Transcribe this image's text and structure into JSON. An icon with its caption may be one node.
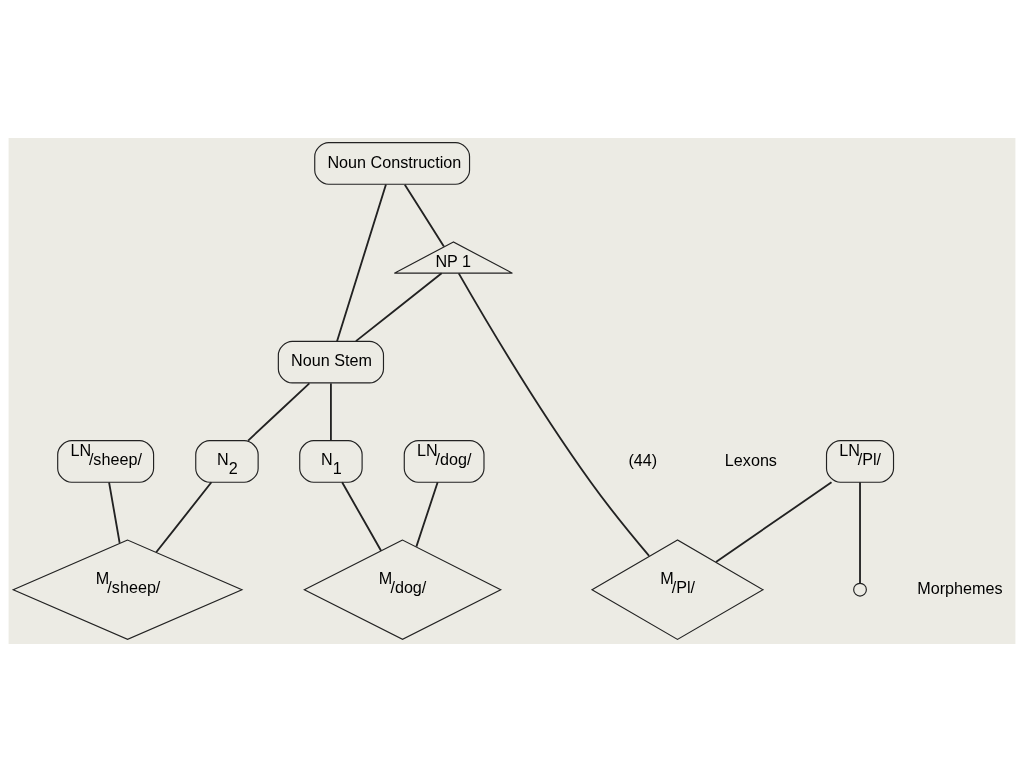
{
  "diagram": {
    "nodes": [
      {
        "text": [
          "$^{LN}$/dog/"
        ]
      },
      {
        "text": [
          "$^{LN}$/sheep/"
        ]
      },
      {
        "text": [
          "$^{LN}$/Pl/"
        ]
      },
      {
        "text": [],
        "shape": "circle"
      },
      {
        "text": [
          "Noun Construction"
        ]
      },
      {
        "text": [
          "NP 1"
        ]
      },
      {
        "text": [
          "Noun Stem"
        ]
      },
      {
        "text": [
          "N$_{1}$"
        ]
      },
      {
        "text": [
          "N$_{2}$"
        ]
      },
      {
        "text": [
          "$^{M}$/dog/"
        ]
      },
      {
        "text": [
          "$^{M}$/sheep/"
        ]
      },
      {
        "text": [
          "$^{M}$/Pl/"
        ]
      }
    ],
    "edges": [
      {
        "from": 0,
        "to": 9,
        "arrow": "none"
      },
      {
        "from": 1,
        "to": 10,
        "arrow": "none"
      },
      {
        "from": 2,
        "to": 11,
        "arrow": "none"
      },
      {
        "from": 2,
        "to": 3,
        "arrow": "none"
      },
      {
        "from": 4,
        "to": 6,
        "arrow": "none"
      },
      {
        "from": 4,
        "to": 5,
        "arrow": "none"
      },
      {
        "from": 5,
        "to": 6,
        "arrow": "none"
      },
      {
        "from": 5,
        "to": 11,
        "arrow": "none"
      },
      {
        "from": 6,
        "to": 7,
        "arrow": "none"
      },
      {
        "from": 6,
        "to": 8,
        "arrow": "none"
      },
      {
        "from": 7,
        "to": 9,
        "arrow": "none"
      },
      {
        "from": 8,
        "to": 10,
        "arrow": "none"
      }
    ],
    "labels": [
      "(44)",
      "Lexons",
      "Morphemes"
    ]
  }
}
